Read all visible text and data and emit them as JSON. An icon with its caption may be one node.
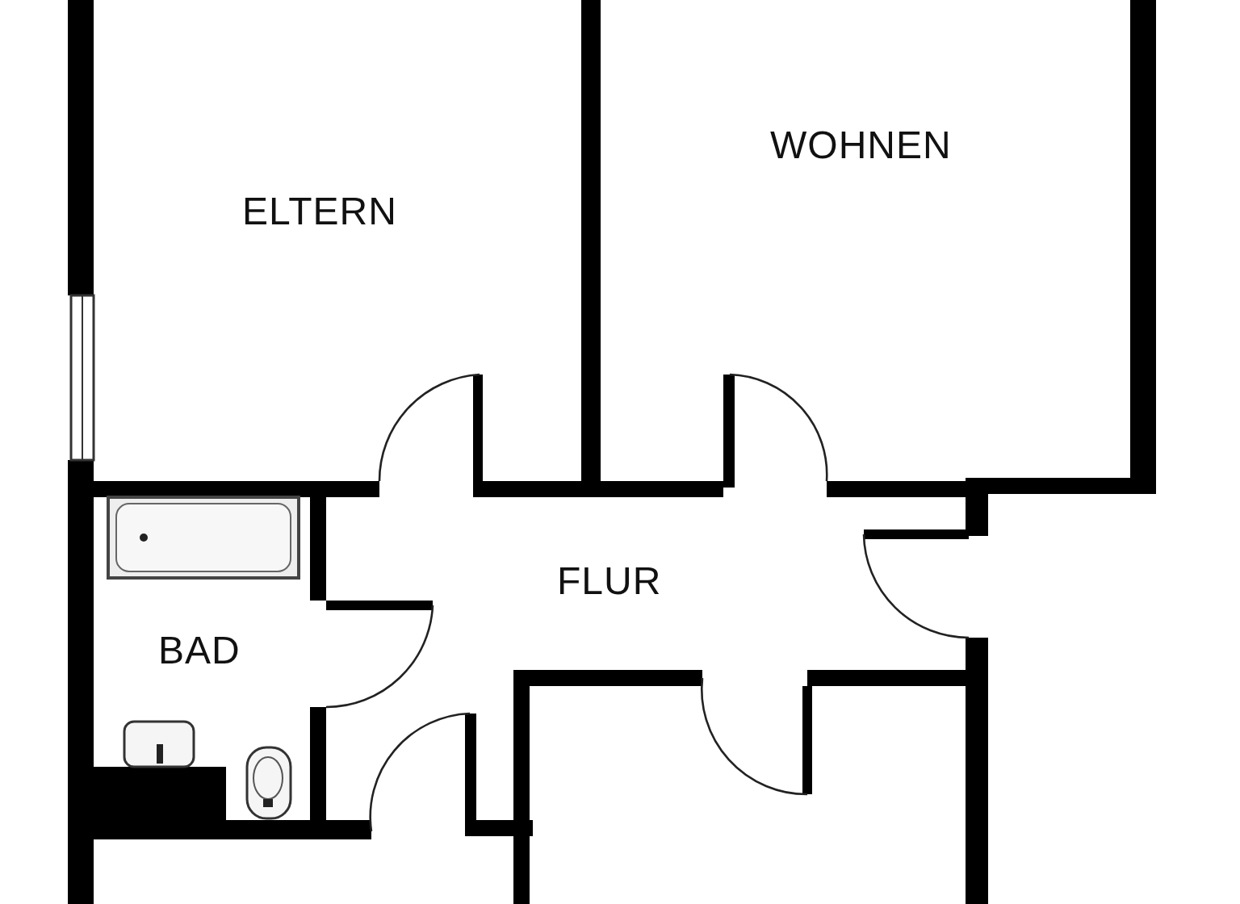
{
  "diagram": {
    "nodes": [
      {
        "text": [
          "ELTERN"
        ]
      },
      {
        "text": [
          "WOHNEN"
        ]
      },
      {
        "text": [
          "FLUR"
        ]
      },
      {
        "text": [
          "BAD"
        ]
      }
    ]
  }
}
